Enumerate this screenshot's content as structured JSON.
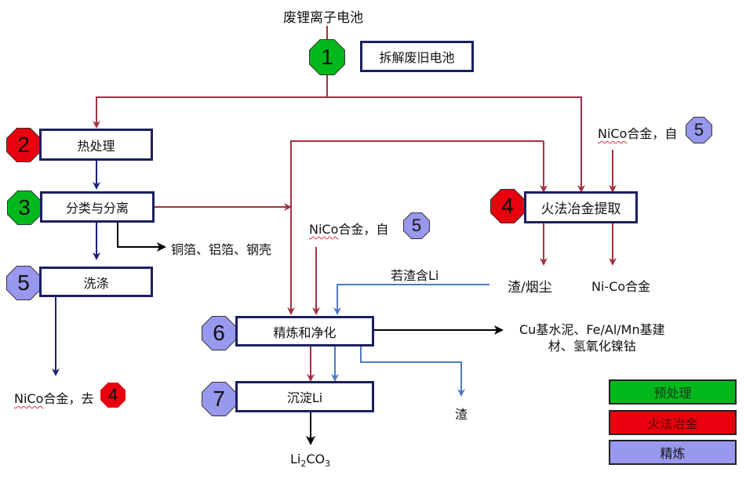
{
  "title": "废锂离子电池",
  "colors": {
    "pretreatment": "#00b81c",
    "pyrometallurgy": "#e8000f",
    "refining": "#9898ee",
    "box_border": "#1c1f5e",
    "red_line": "#a33042",
    "blue_line": "#4f7bbd",
    "navy_line": "#1c1f7a",
    "black_line": "#000000"
  },
  "steps": [
    {
      "num": "1",
      "label": "拆解废旧电池",
      "category": "pretreatment"
    },
    {
      "num": "2",
      "label": "热处理",
      "category": "pyrometallurgy"
    },
    {
      "num": "3",
      "label": "分类与分离",
      "category": "pretreatment"
    },
    {
      "num": "4",
      "label": "火法冶金提取",
      "category": "pyrometallurgy"
    },
    {
      "num": "5",
      "label": "洗涤",
      "category": "refining"
    },
    {
      "num": "6",
      "label": "精炼和净化",
      "category": "refining"
    },
    {
      "num": "7",
      "label": "沉淀Li",
      "category": "refining"
    }
  ],
  "annotations": {
    "foils": "铜箔、铝箔、钢壳",
    "nico_from_prefix": "NiCo",
    "nico_from_suffix": "合金，自",
    "nico_from_ref": "5",
    "nico_to_prefix": "NiCo",
    "nico_to_suffix": "合金，去",
    "nico_to_ref": "4",
    "slag_dust": "渣/烟尘",
    "nico_alloy": "Ni-Co合金",
    "if_slag_li": "若渣含Li",
    "byproducts_line1": "Cu基水泥、Fe/Al/Mn基建",
    "byproducts_line2": "材、氢氧化镍钴",
    "slag": "渣",
    "li2co3_a": "Li",
    "li2co3_sub1": "2",
    "li2co3_b": "CO",
    "li2co3_sub2": "3"
  },
  "legend": [
    {
      "label": "预处理",
      "color": "#00b81c"
    },
    {
      "label": "火法冶金",
      "color": "#e8000f"
    },
    {
      "label": "精炼",
      "color": "#9898ee"
    }
  ]
}
